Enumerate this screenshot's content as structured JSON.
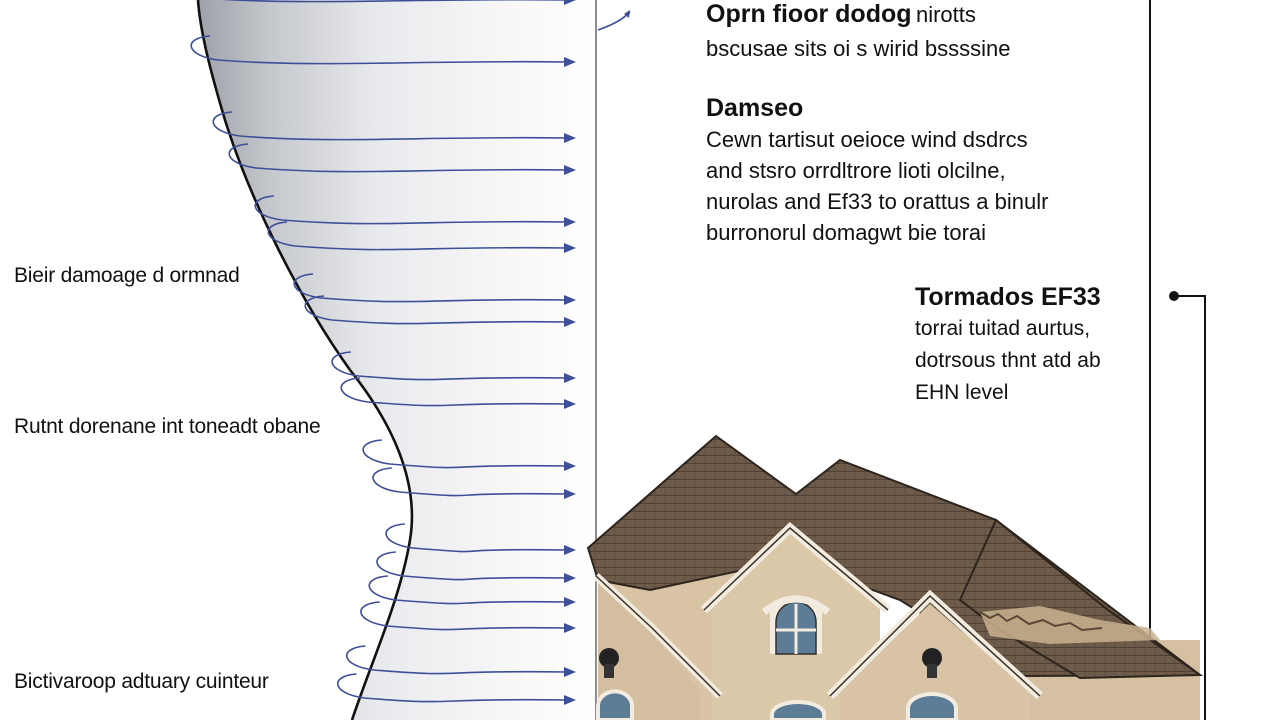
{
  "side_labels": {
    "top": "Bieir damoage d ormnad",
    "middle": "Rutnt dorenane int toneadt obane",
    "bottom": "Bictivaroop adtuary cuinteur"
  },
  "callout_floor": {
    "heading": "Oprn fioor dodog",
    "heading_suffix": "nirotts",
    "lines": [
      "bscusae sits oi s wirid bssssine"
    ]
  },
  "callout_damage": {
    "heading": "Damseo",
    "lines": [
      "Cewn tartisut oeioce wind dsdrcs",
      "and stsro orrdltrore lioti olcilne,",
      "nurolas and Ef33 to orattus a binulr",
      "burronorul domagwt bie torai"
    ]
  },
  "callout_tornado": {
    "heading": "Tormados EF33",
    "lines": [
      "torrai tuitad aurtus,",
      "dotrsous thnt atd ab",
      "EHN level"
    ]
  },
  "colors": {
    "funnel_light": "#f4f5f7",
    "funnel_dark": "#a7abb2",
    "wind_arrow": "#3d4f98",
    "roof": "#6b5a4a",
    "wall": "#d8c4a5",
    "trim": "#f2ece0",
    "window_glass": "#5d7c95"
  },
  "icons": [
    "wind-arrow-icon",
    "callout-dot-icon"
  ]
}
